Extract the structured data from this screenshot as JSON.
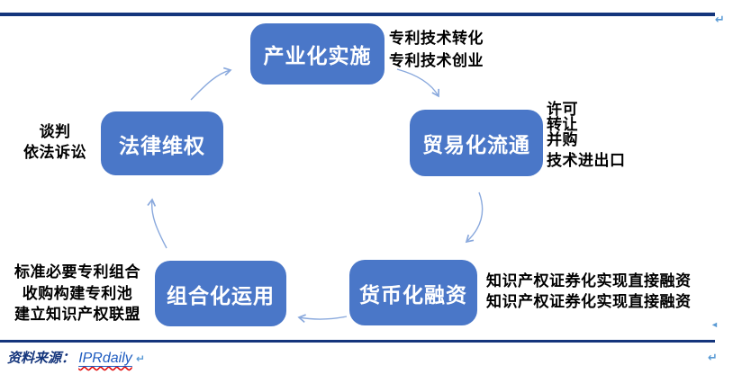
{
  "diagram": {
    "nodes": {
      "industrialization": {
        "label": "产业化实施"
      },
      "trade": {
        "label": "贸易化流通"
      },
      "monetization": {
        "label": "货币化融资"
      },
      "portfolio": {
        "label": "组合化运用"
      },
      "legal": {
        "label": "法律维权"
      }
    },
    "annotations": {
      "industrialization": [
        "专利技术转化",
        "专利技术创业"
      ],
      "trade": [
        "许可",
        "转让",
        "并购",
        "技术进出口"
      ],
      "monetization": [
        "知识产权证券化实现直接融资",
        "知识产权证券化实现直接融资"
      ],
      "portfolio": [
        "标准必要专利组合",
        "收购构建专利池",
        "建立知识产权联盟"
      ],
      "legal": [
        "谈判",
        "依法诉讼"
      ]
    }
  },
  "marks": {
    "return_mark": "↵",
    "anchor_mark": "◄"
  },
  "footer": {
    "source_label": "资料来源：",
    "source_link": "IPRdaily"
  },
  "colors": {
    "node_fill": "#4a77c8",
    "node_text": "#ffffff",
    "arrow": "#8aa9dd",
    "rule": "#14357c",
    "annotation_text": "#000000",
    "link": "#1f5cc0",
    "mark": "#5b9bd5"
  }
}
